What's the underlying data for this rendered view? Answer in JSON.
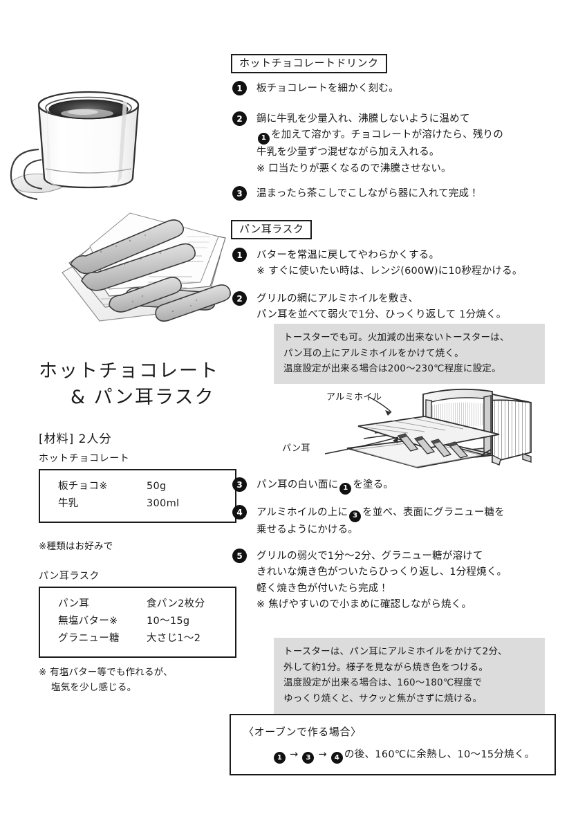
{
  "document": {
    "title_line1": "ホットチョコレート",
    "title_line2": "& パン耳ラスク",
    "yield": "[材料] 2人分"
  },
  "ingredients": {
    "groups": [
      {
        "label": "ホットチョコレート",
        "rows": [
          {
            "name": "板チョコ※",
            "amount": "50g"
          },
          {
            "name": "牛乳",
            "amount": "300ml"
          }
        ],
        "note": {
          "line1": "※種類はお好みで",
          "line2": ""
        }
      },
      {
        "label": "パン耳ラスク",
        "rows": [
          {
            "name": "パン耳",
            "amount": "食パン2枚分"
          },
          {
            "name": "無塩バター※",
            "amount": "10〜15g"
          },
          {
            "name": "グラニュー糖",
            "amount": "大さじ1〜2"
          }
        ],
        "note": {
          "line1": "※ 有塩バター等でも作れるが、",
          "line2": "塩気を少し感じる。"
        }
      }
    ]
  },
  "sections": [
    {
      "header": "ホットチョコレートドリンク",
      "steps": [
        {
          "number": "1",
          "lines": [
            "板チョコレートを細かく刻む。"
          ]
        },
        {
          "number": "2",
          "lines": [
            "鍋に牛乳を少量入れ、沸騰しないように温めて",
            "を加えて溶かす。チョコレートが溶けたら、残りの",
            "牛乳を少量ずつ混ぜながら加え入れる。",
            "※ 口当たりが悪くなるので沸騰させない。"
          ],
          "inline_badge_line": 1,
          "inline_badge_number": "1"
        },
        {
          "number": "3",
          "lines": [
            "温まったら茶こしでこしながら器に入れて完成！"
          ]
        }
      ]
    },
    {
      "header": "パン耳ラスク",
      "steps": [
        {
          "number": "1",
          "lines": [
            "バターを常温に戻してやわらかくする。",
            "※ すぐに使いたい時は、レンジ(600W)に10秒程かける。"
          ]
        },
        {
          "number": "2",
          "lines": [
            "グリルの網にアルミホイルを敷き、",
            "パン耳を並べて弱火で1分、ひっくり返して 1分焼く。"
          ]
        },
        {
          "number": "3",
          "lines": [
            "パン耳の白い面に",
            "を塗る。"
          ],
          "inline_badge_number": "1"
        },
        {
          "number": "4",
          "lines": [
            "アルミホイルの上に",
            "を並べ、表面にグラニュー糖を",
            "乗せるようにかける。"
          ],
          "inline_badge_number": "3"
        },
        {
          "number": "5",
          "lines": [
            "グリルの弱火で1分〜2分、グラニュー糖が溶けて",
            "きれいな焼き色がついたらひっくり返し、1分程焼く。",
            "軽く焼き色が付いたら完成！",
            "※ 焦げやすいので小まめに確認しながら焼く。"
          ]
        }
      ]
    }
  ],
  "notes": {
    "grill_note": {
      "lines": [
        "トースターでも可。火加減の出来ないトースターは、",
        "パン耳の上にアルミホイルをかけて焼く。",
        "温度設定が出来る場合は200〜230℃程度に設定。"
      ]
    },
    "toaster_note": {
      "block1": [
        "トースターは、パン耳にアルミホイルをかけて2分、",
        "外して約1分。様子を見ながら焼き色をつける。"
      ],
      "block2": [
        "温度設定が出来る場合は、160〜180℃程度で",
        "ゆっくり焼くと、サクッと焦がさずに焼ける。"
      ]
    }
  },
  "oven_box": {
    "title": "〈オーブンで作る場合〉",
    "badge1": "1",
    "badge2": "3",
    "badge3": "4",
    "arrow": "→",
    "tail": "の後、160℃に余熱し、10〜15分焼く。"
  },
  "illustrations": {
    "mug_alt": "hot-chocolate-mug-illustration",
    "rusk_alt": "bread-rusk-on-napkins-illustration",
    "toaster_alt": "toaster-oven-illustration",
    "toaster_labels": {
      "foil": "アルミホイル",
      "crust": "パン耳"
    }
  },
  "colors": {
    "ink": "#1a1a1a",
    "note_bg": "#dcdcdc",
    "badge": "#111111",
    "page_bg": "#ffffff"
  }
}
